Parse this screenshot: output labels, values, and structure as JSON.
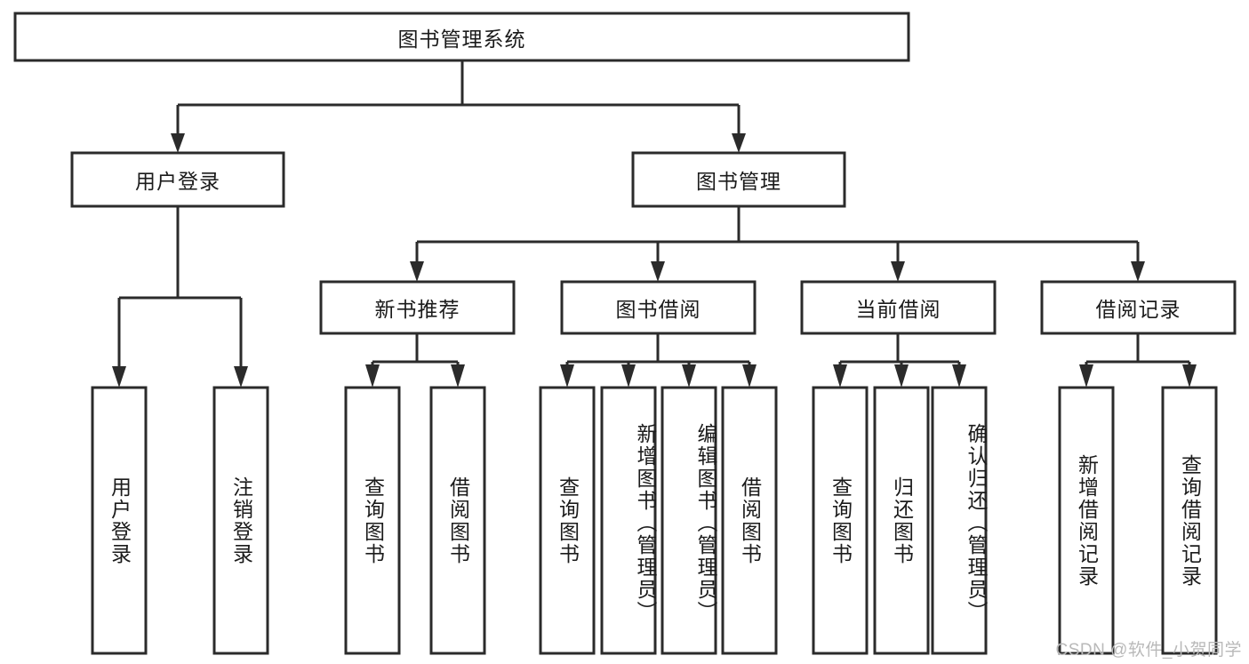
{
  "diagram": {
    "type": "tree-hierarchy",
    "title": "图书管理系统",
    "watermark": "CSDN @软件_小贺同学",
    "colors": {
      "box_stroke": "#2b2b2b",
      "box_fill": "#ffffff",
      "text": "#1b1b1b",
      "background": "#ffffff",
      "watermark": "#b9b9b9"
    },
    "root": {
      "id": "root",
      "label": "图书管理系统",
      "orientation": "horizontal"
    },
    "level1": [
      {
        "id": "user-login",
        "label": "用户登录",
        "orientation": "horizontal"
      },
      {
        "id": "book-management",
        "label": "图书管理",
        "orientation": "horizontal"
      }
    ],
    "level2": [
      {
        "id": "new-book-recommend",
        "label": "新书推荐",
        "parent": "book-management",
        "orientation": "horizontal"
      },
      {
        "id": "book-borrow",
        "label": "图书借阅",
        "parent": "book-management",
        "orientation": "horizontal"
      },
      {
        "id": "current-borrow",
        "label": "当前借阅",
        "parent": "book-management",
        "orientation": "horizontal"
      },
      {
        "id": "borrow-record",
        "label": "借阅记录",
        "parent": "book-management",
        "orientation": "horizontal"
      }
    ],
    "leaves": [
      {
        "id": "leaf-user-login",
        "label": "用户登录",
        "parent": "user-login",
        "orientation": "vertical"
      },
      {
        "id": "leaf-logout",
        "label": "注销登录",
        "parent": "user-login",
        "orientation": "vertical"
      },
      {
        "id": "leaf-query-book-1",
        "label": "查询图书",
        "parent": "new-book-recommend",
        "orientation": "vertical"
      },
      {
        "id": "leaf-borrow-book-1",
        "label": "借阅图书",
        "parent": "new-book-recommend",
        "orientation": "vertical"
      },
      {
        "id": "leaf-query-book-2",
        "label": "查询图书",
        "parent": "book-borrow",
        "orientation": "vertical"
      },
      {
        "id": "leaf-add-book",
        "label": "新增图书（管理员）",
        "parent": "book-borrow",
        "orientation": "vertical"
      },
      {
        "id": "leaf-edit-book",
        "label": "编辑图书（管理员）",
        "parent": "book-borrow",
        "orientation": "vertical"
      },
      {
        "id": "leaf-borrow-book-2",
        "label": "借阅图书",
        "parent": "book-borrow",
        "orientation": "vertical"
      },
      {
        "id": "leaf-query-book-3",
        "label": "查询图书",
        "parent": "current-borrow",
        "orientation": "vertical"
      },
      {
        "id": "leaf-return-book",
        "label": "归还图书",
        "parent": "current-borrow",
        "orientation": "vertical"
      },
      {
        "id": "leaf-confirm-return",
        "label": "确认归还（管理员）",
        "parent": "current-borrow",
        "orientation": "vertical"
      },
      {
        "id": "leaf-add-record",
        "label": "新增借阅记录",
        "parent": "borrow-record",
        "orientation": "vertical"
      },
      {
        "id": "leaf-query-record",
        "label": "查询借阅记录",
        "parent": "borrow-record",
        "orientation": "vertical"
      }
    ]
  }
}
